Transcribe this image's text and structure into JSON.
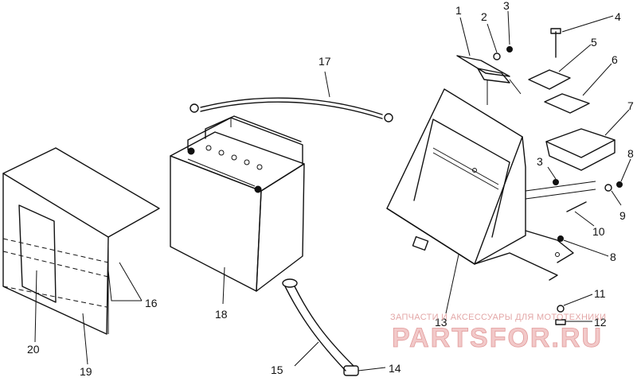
{
  "callouts": [
    {
      "id": "c1",
      "text": "1"
    },
    {
      "id": "c2",
      "text": "2"
    },
    {
      "id": "c3a",
      "text": "3"
    },
    {
      "id": "c4",
      "text": "4"
    },
    {
      "id": "c5",
      "text": "5"
    },
    {
      "id": "c6",
      "text": "6"
    },
    {
      "id": "c7",
      "text": "7"
    },
    {
      "id": "c3b",
      "text": "3"
    },
    {
      "id": "c8a",
      "text": "8"
    },
    {
      "id": "c9",
      "text": "9"
    },
    {
      "id": "c10",
      "text": "10"
    },
    {
      "id": "c8b",
      "text": "8"
    },
    {
      "id": "c11",
      "text": "11"
    },
    {
      "id": "c12",
      "text": "12"
    },
    {
      "id": "c13",
      "text": "13"
    },
    {
      "id": "c14",
      "text": "14"
    },
    {
      "id": "c15",
      "text": "15"
    },
    {
      "id": "c16",
      "text": "16"
    },
    {
      "id": "c17",
      "text": "17"
    },
    {
      "id": "c18",
      "text": "18"
    },
    {
      "id": "c19",
      "text": "19"
    },
    {
      "id": "c20",
      "text": "20"
    }
  ],
  "watermark": {
    "caption": "ЗАПЧАСТИ И АКСЕССУАРЫ ДЛЯ МОТОТЕХНИКИ",
    "logo": "PARTSFOR.RU",
    "color": "#e19a9a"
  }
}
